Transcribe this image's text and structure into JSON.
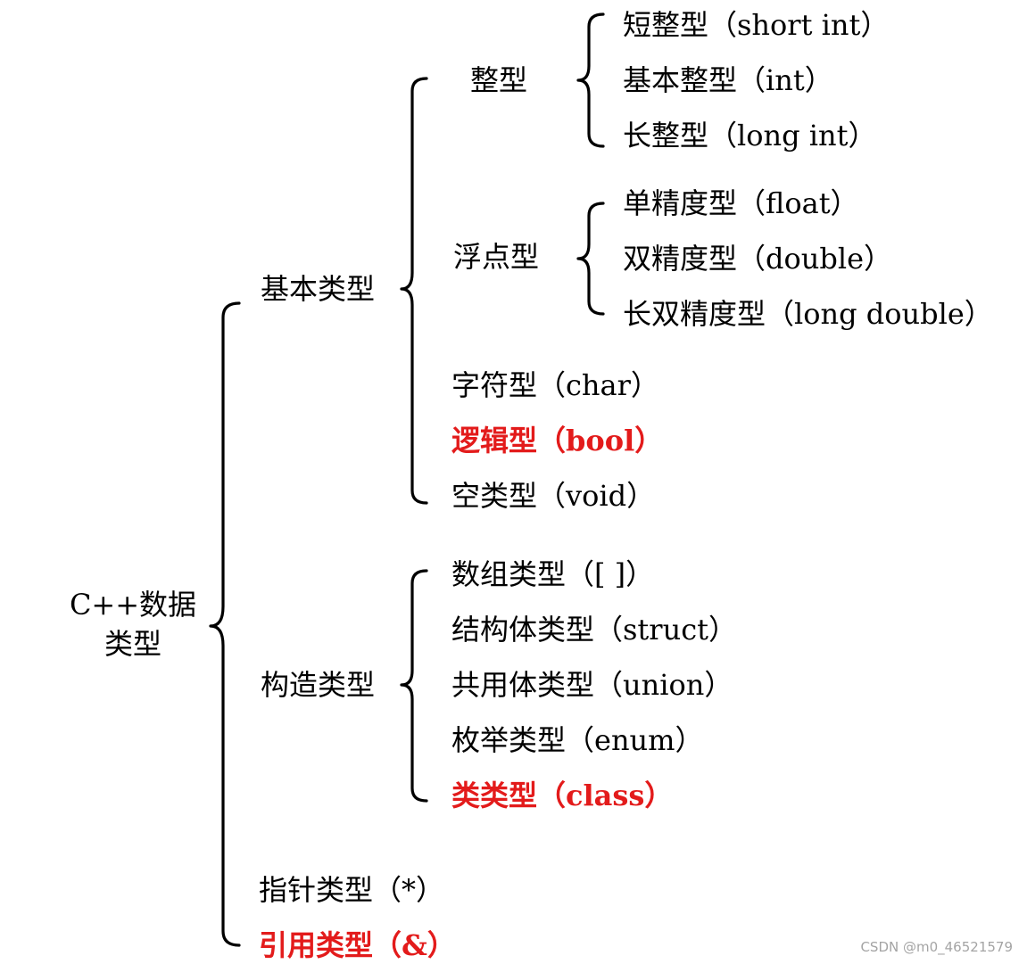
{
  "diagram": {
    "root": {
      "line1": "C++数据",
      "line2": "类型"
    },
    "basic": {
      "label": "基本类型",
      "integer": {
        "label": "整型",
        "items": [
          "短整型（short int）",
          "基本整型（int）",
          "长整型（long int）"
        ]
      },
      "float": {
        "label": "浮点型",
        "items": [
          "单精度型（float）",
          "双精度型（double）",
          "长双精度型（long double）"
        ]
      },
      "others": [
        "字符型（char）",
        "逻辑型（bool）",
        "空类型（void）"
      ]
    },
    "construct": {
      "label": "构造类型",
      "items": [
        "数组类型（[ ]）",
        "结构体类型（struct）",
        "共用体类型（union）",
        "枚举类型（enum）",
        "类类型（class）"
      ]
    },
    "pointer": "指针类型（*）",
    "reference": "引用类型（&）",
    "highlight_color": "#e31b1b"
  },
  "watermark": "CSDN @m0_46521579"
}
